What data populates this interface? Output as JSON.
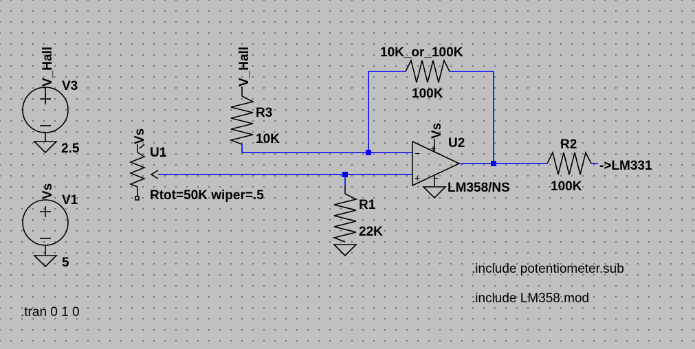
{
  "sources": {
    "v3": {
      "ref": "V3",
      "net": "V_Hall",
      "value": "2.5"
    },
    "v1": {
      "ref": "V1",
      "net": "Vs",
      "value": "5"
    }
  },
  "potentiometer": {
    "ref": "U1",
    "net": "Vs",
    "params": "Rtot=50K wiper=.5"
  },
  "resistors": {
    "r3": {
      "ref": "R3",
      "value": "10K",
      "net": "V_Hall"
    },
    "rf": {
      "ref": "10K_or_100K",
      "value": "100K"
    },
    "r1": {
      "ref": "R1",
      "value": "22K"
    },
    "r2": {
      "ref": "R2",
      "value": "100K"
    }
  },
  "opamp": {
    "ref": "U2",
    "model": "LM358/NS",
    "supply_net": "Vs",
    "plus_sign": "+",
    "minus_sign": "−"
  },
  "output_label": "->LM331",
  "directives": {
    "tran": ".tran 0 1 0",
    "include_pot": ".include potentiometer.sub",
    "include_lm358": ".include LM358.mod"
  },
  "colors": {
    "background": "#c0c0c0",
    "wire": "#0000ff",
    "symbol": "#000000",
    "grid_dot": "#5a5a5a"
  }
}
